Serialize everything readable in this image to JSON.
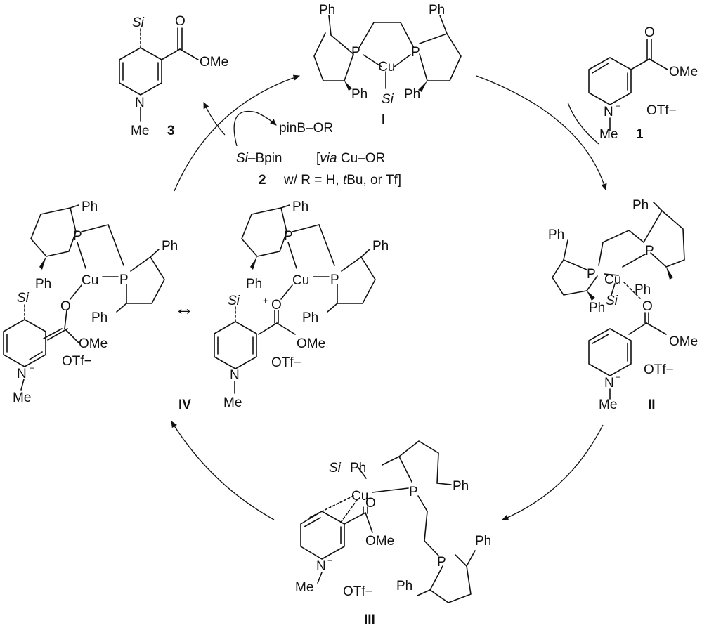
{
  "catalyst_I": {
    "label": "I",
    "atoms": {
      "p": "P",
      "cu": "Cu",
      "si": "Si",
      "ph": "Ph"
    }
  },
  "substrate_1": {
    "label": "1",
    "n": "N",
    "plus": "+",
    "o": "O",
    "ome": "OMe",
    "me": "Me",
    "otf": "OTf−"
  },
  "product_3": {
    "label": "3",
    "n": "N",
    "o": "O",
    "ome": "OMe",
    "me": "Me",
    "si": "Si"
  },
  "reagent_2": {
    "label": "2",
    "si": "Si",
    "bpin": "–Bpin"
  },
  "byproduct": {
    "text": "pinB–OR"
  },
  "via_note": {
    "open": "[",
    "via": "via",
    "cu_or": " Cu–OR",
    "line2_pre": "w/ R = H, ",
    "t": "t",
    "line2_post": "Bu, or Tf]"
  },
  "intermediate_II": {
    "label": "II",
    "otf": "OTf−"
  },
  "intermediate_III": {
    "label": "III",
    "otf": "OTf−"
  },
  "intermediate_IV": {
    "label": "IV",
    "otf": "OTf−"
  },
  "resonance_arrow": {
    "symbol": "↔"
  }
}
